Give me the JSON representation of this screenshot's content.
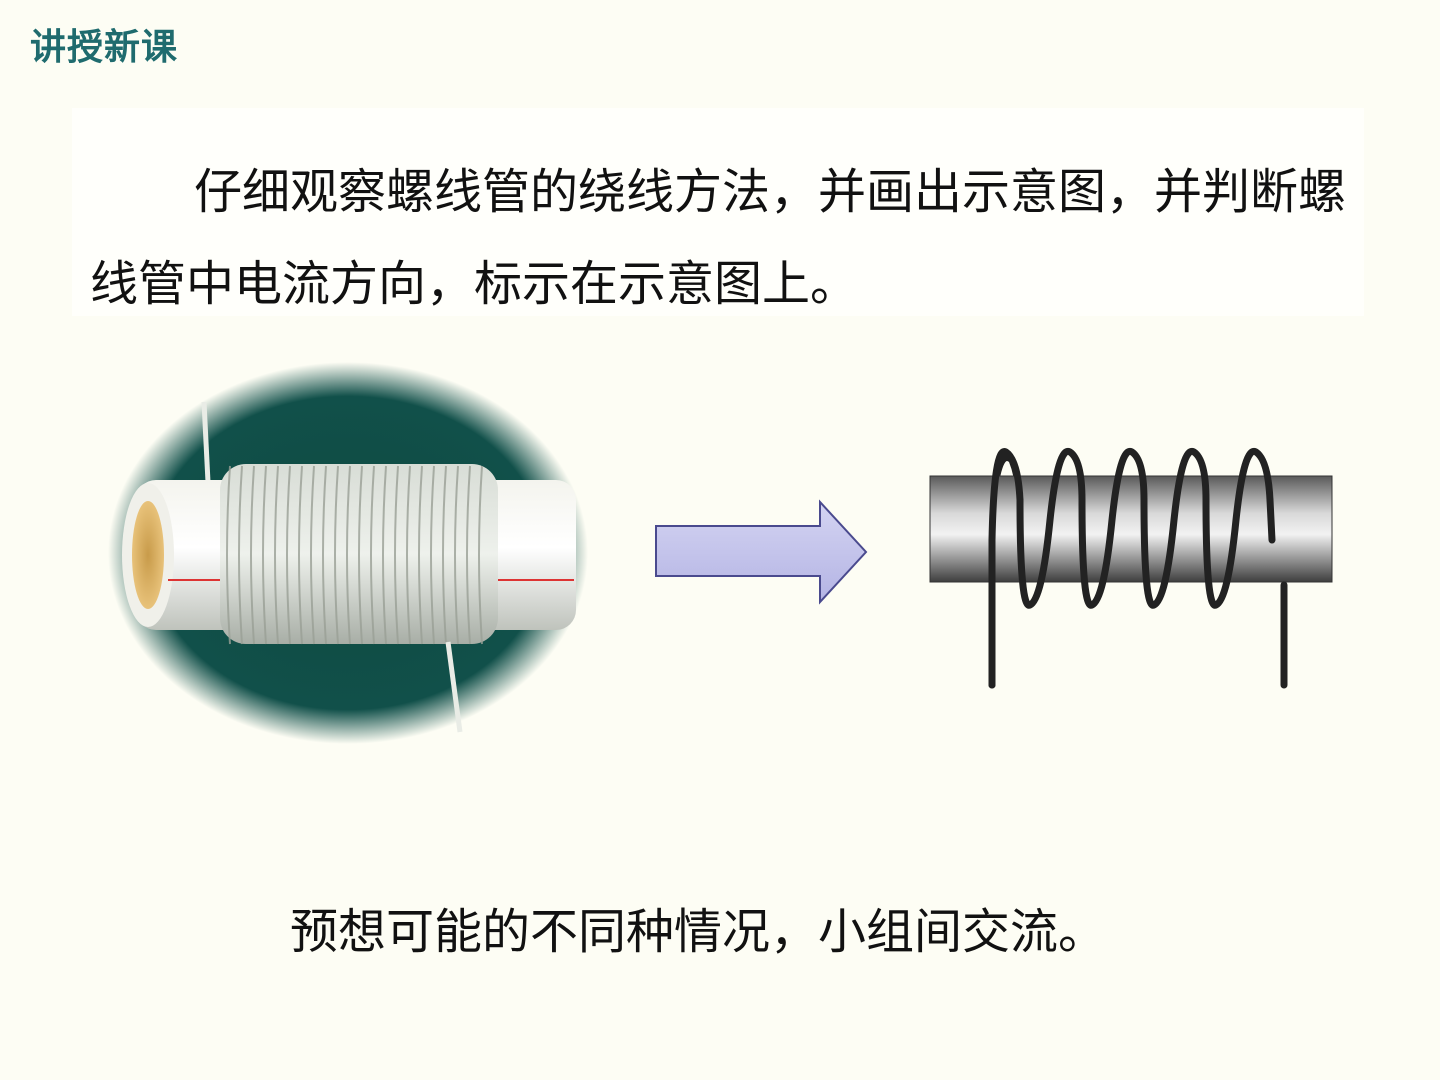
{
  "header": {
    "section_title": "讲授新课"
  },
  "prompt": {
    "text": "仔细观察螺线管的绕线方法，并画出示意图，并判断螺线管中电流方向，标示在示意图上。"
  },
  "bottom": {
    "text": "预想可能的不同种情况，小组间交流。"
  },
  "colors": {
    "background": "#fdfdf4",
    "title": "#1f6b6e",
    "arrow_fill": "#c9c9ee",
    "arrow_stroke": "#4a4a8e",
    "coil_wire": "#222222",
    "board_green": "#0f4a40"
  },
  "icons": {
    "photo": "solenoid-photo",
    "arrow": "right-arrow-icon",
    "diagram": "solenoid-diagram"
  }
}
